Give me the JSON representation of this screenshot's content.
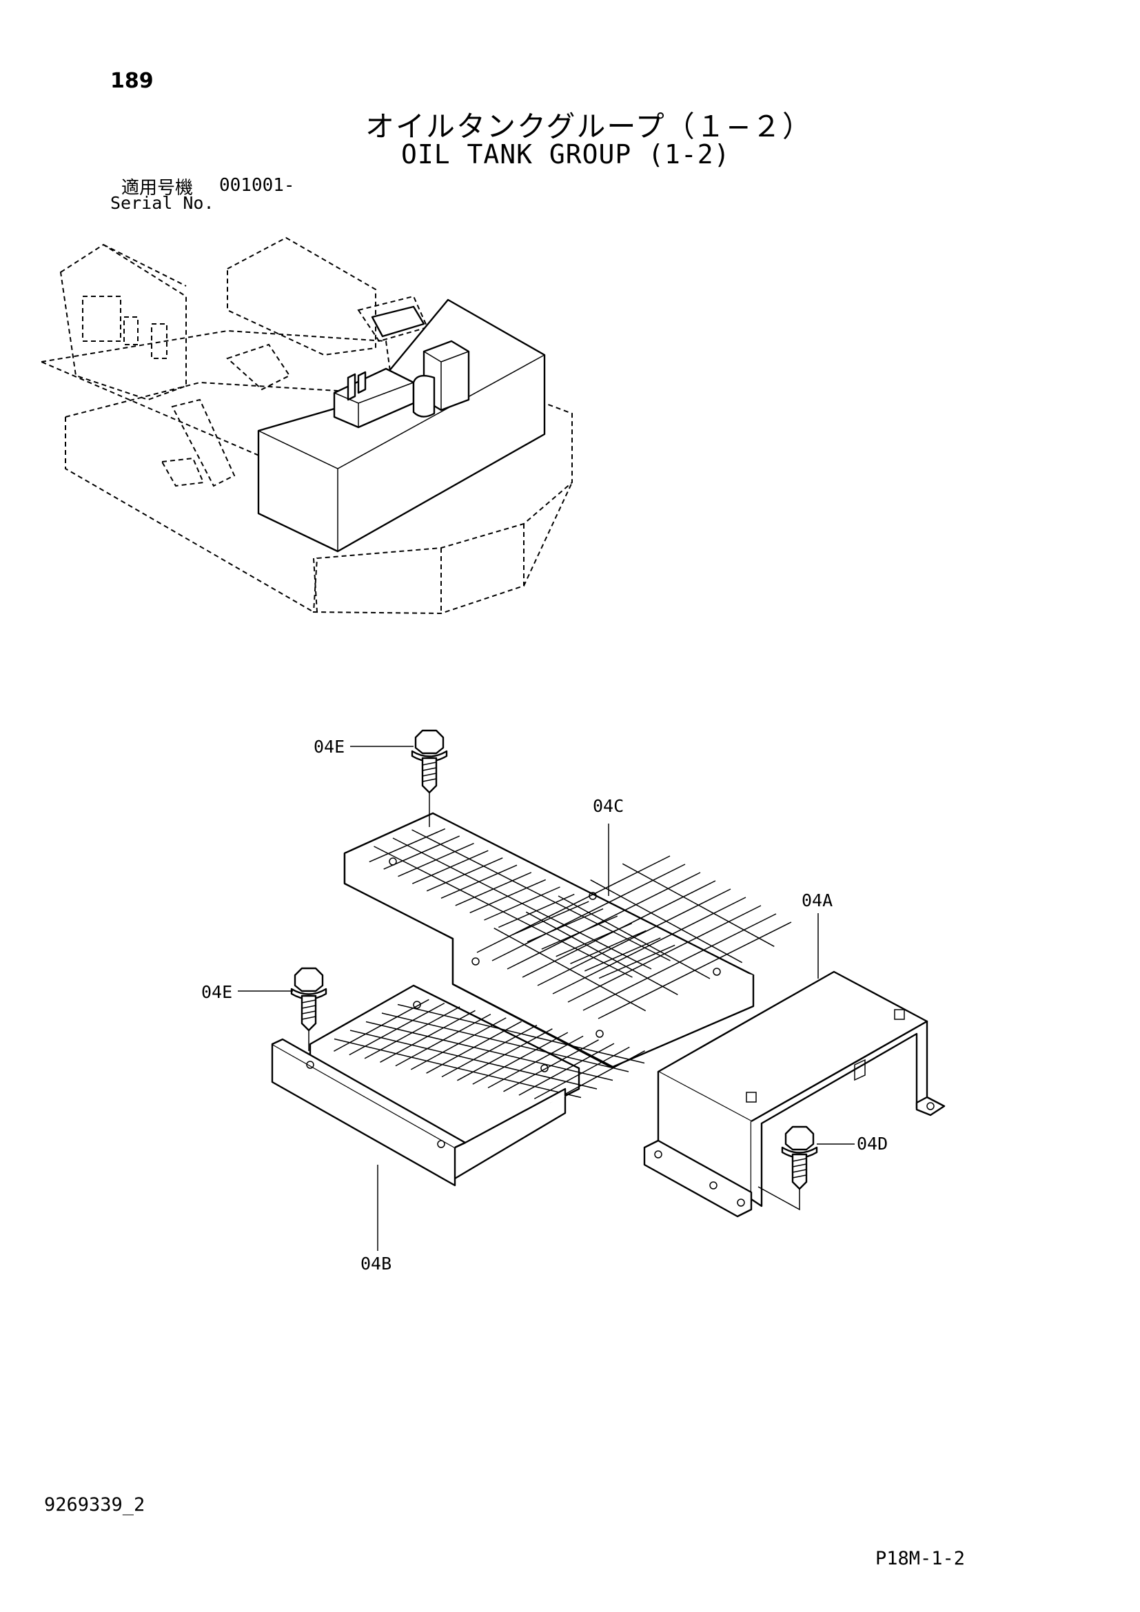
{
  "page": {
    "number": "189",
    "title_jp": "オイルタンクグループ（１−２）",
    "title_en": "OIL TANK GROUP (1-2)",
    "serial_label_jp": "適用号機",
    "serial_value": "001001-",
    "serial_label_en": "Serial No.",
    "doc_number": "9269339_2",
    "page_code": "P18M-1-2"
  },
  "callouts": {
    "e_top": "04E",
    "c": "04C",
    "a": "04A",
    "e_left": "04E",
    "d": "04D",
    "b": "04B"
  }
}
